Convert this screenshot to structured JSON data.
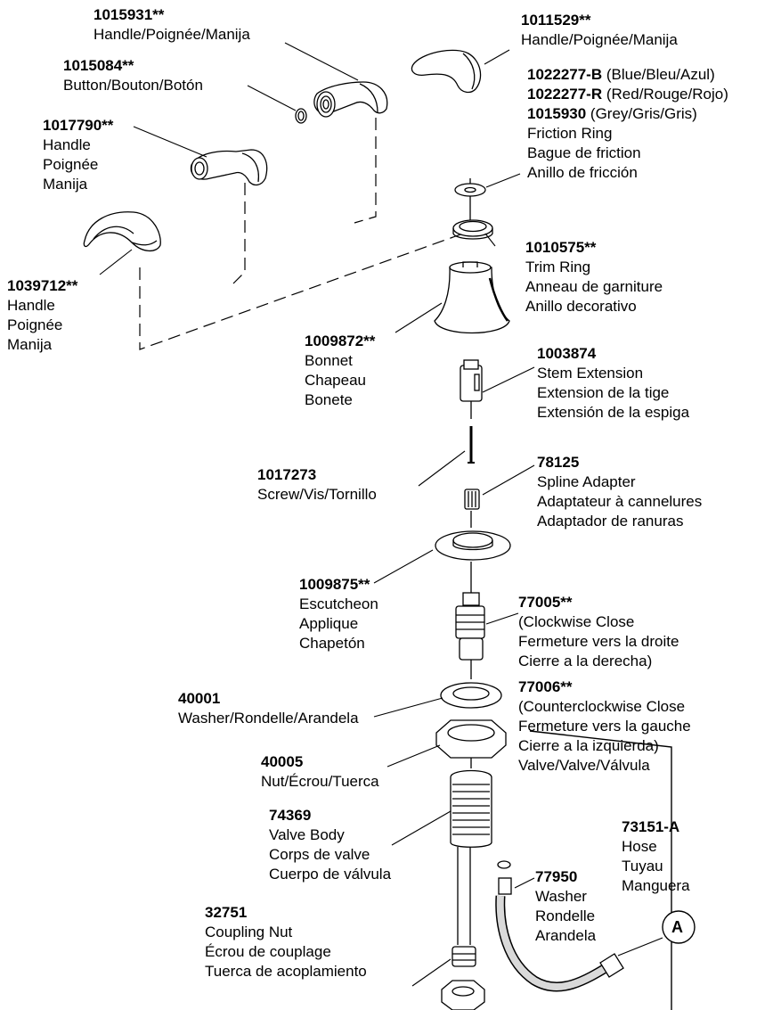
{
  "parts": [
    {
      "id": "p1015931",
      "part_number": "1015931**",
      "desc": [
        "Handle/Poignée/Manija"
      ]
    },
    {
      "id": "p1015084",
      "part_number": "1015084**",
      "desc": [
        "Button/Bouton/Botón"
      ]
    },
    {
      "id": "p1017790",
      "part_number": "1017790**",
      "desc": [
        "Handle",
        "Poignée",
        "Manija"
      ]
    },
    {
      "id": "p1039712",
      "part_number": "1039712**",
      "desc": [
        "Handle",
        "Poignée",
        "Manija"
      ]
    },
    {
      "id": "p1011529",
      "part_number": "1011529**",
      "desc": [
        "Handle/Poignée/Manija"
      ]
    },
    {
      "id": "pfriction",
      "variants": [
        {
          "part_number": "1022277-B",
          "note": " (Blue/Bleu/Azul)"
        },
        {
          "part_number": "1022277-R",
          "note": " (Red/Rouge/Rojo)"
        },
        {
          "part_number": "1015930",
          "note": " (Grey/Gris/Gris)"
        }
      ],
      "desc": [
        "Friction Ring",
        "Bague de friction",
        "Anillo de fricción"
      ]
    },
    {
      "id": "p1010575",
      "part_number": "1010575**",
      "desc": [
        "Trim Ring",
        "Anneau de garniture",
        "Anillo decorativo"
      ]
    },
    {
      "id": "p1009872",
      "part_number": "1009872**",
      "desc": [
        "Bonnet",
        "Chapeau",
        "Bonete"
      ]
    },
    {
      "id": "p1003874",
      "part_number": "1003874",
      "desc": [
        "Stem Extension",
        "Extension de la tige",
        "Extensión de la espiga"
      ]
    },
    {
      "id": "p1017273",
      "part_number": "1017273",
      "desc": [
        "Screw/Vis/Tornillo"
      ]
    },
    {
      "id": "p78125",
      "part_number": "78125",
      "desc": [
        "Spline Adapter",
        "Adaptateur à cannelures",
        "Adaptador de ranuras"
      ]
    },
    {
      "id": "p1009875",
      "part_number": "1009875**",
      "desc": [
        "Escutcheon",
        "Applique",
        "Chapetón"
      ]
    },
    {
      "id": "p77005",
      "part_number": "77005**",
      "desc": [
        "(Clockwise Close",
        "Fermeture vers la droite",
        "Cierre a la derecha)"
      ]
    },
    {
      "id": "p77006",
      "part_number": "77006**",
      "desc": [
        "(Counterclockwise Close",
        "Fermeture vers la gauche",
        "Cierre a la izquierda)",
        "Valve/Valve/Válvula"
      ]
    },
    {
      "id": "p40001",
      "part_number": "40001",
      "desc": [
        "Washer/Rondelle/Arandela"
      ]
    },
    {
      "id": "p40005",
      "part_number": "40005",
      "desc": [
        "Nut/Écrou/Tuerca"
      ]
    },
    {
      "id": "p74369",
      "part_number": "74369",
      "desc": [
        "Valve Body",
        "Corps de valve",
        "Cuerpo de válvula"
      ]
    },
    {
      "id": "p73151",
      "part_number": "73151-A",
      "desc": [
        "Hose",
        "Tuyau",
        "Manguera"
      ]
    },
    {
      "id": "p77950",
      "part_number": "77950",
      "desc": [
        "Washer",
        "Rondelle",
        "Arandela"
      ]
    },
    {
      "id": "p32751",
      "part_number": "32751",
      "desc": [
        "Coupling Nut",
        "Écrou de couplage",
        "Tuerca de acoplamiento"
      ]
    }
  ],
  "callout": "A",
  "colors": {
    "ink": "#000000",
    "paper": "#ffffff",
    "shade": "#d9d9d9"
  }
}
